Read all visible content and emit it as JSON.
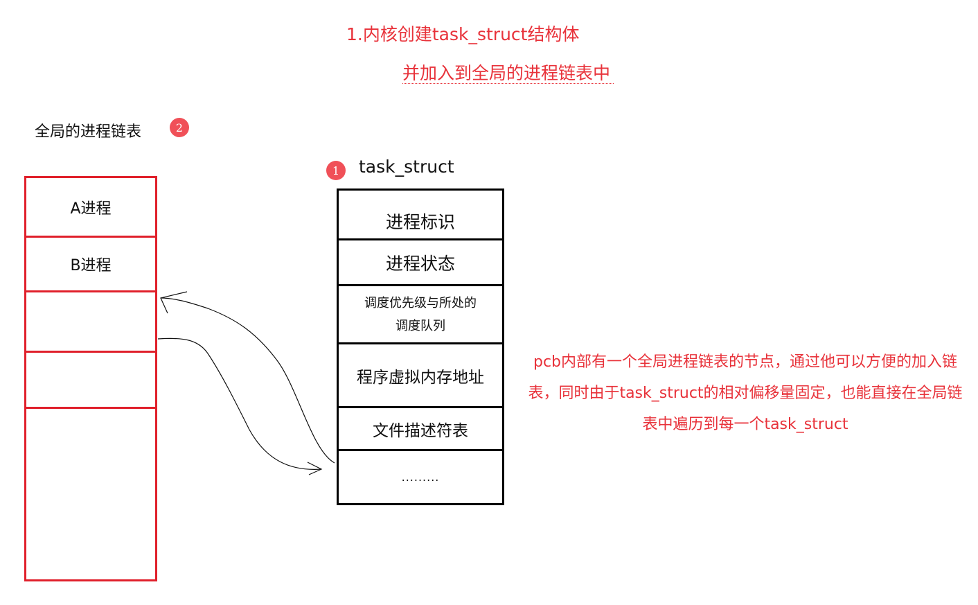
{
  "top_note": {
    "line1": "1.内核创建task_struct结构体",
    "line2": "并加入到全局的进程链表中"
  },
  "global_list": {
    "title": "全局的进程链表",
    "badge": "2",
    "cells": [
      "A进程",
      "B进程",
      "",
      "",
      ""
    ]
  },
  "task_struct": {
    "badge": "1",
    "title": "task_struct",
    "fields": [
      "进程标识",
      "进程状态",
      "调度优先级与所处的\n调度队列",
      "程序虚拟内存地址",
      "文件描述符表",
      "........."
    ]
  },
  "side_note": {
    "text": "pcb内部有一个全局进程链表的节点，通过他可以方便的加入链表，同时由于task_struct的相对偏移量固定，也能直接在全局链表中遍历到每一个task_struct"
  },
  "colors": {
    "accent_red": "#e8323a",
    "list_border": "#e0202b",
    "badge": "#f05058",
    "struct_border": "#000000"
  }
}
